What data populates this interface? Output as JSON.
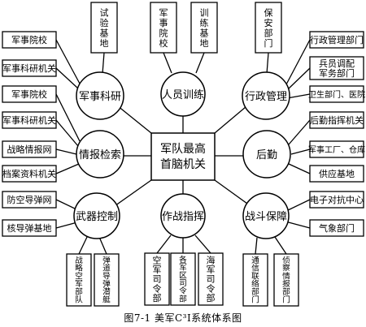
{
  "hub": {
    "lines": [
      "军队最高",
      "首脑机关"
    ]
  },
  "nodes": {
    "military_research": "军事科研",
    "personnel_training": "人员训练",
    "administration": "行政管理",
    "intel_retrieval": "情报检索",
    "logistics": "后勤",
    "weapon_control": "武器控制",
    "operations_command": "作战指挥",
    "combat_support": "战斗保障"
  },
  "boxes": {
    "research_1": "军事院校",
    "research_2": "军事科研机关",
    "intel_1": "军事院校",
    "intel_2": "军事科研机关",
    "intel_3": "战略情报网",
    "intel_4": "档案资料机关",
    "weapon_1": "防空导弹网",
    "weapon_2": "核导弹基地",
    "training_1": "试验基地",
    "training_2": "军事院校",
    "training_3": "训练基地",
    "admin_1": "保安部门",
    "admin_2": "行政管理部门",
    "admin_3": [
      "兵员调配",
      "军务部门"
    ],
    "admin_4": "卫生部门、医院",
    "logistics_1": "后勤指挥机关",
    "logistics_2": "军事工厂、仓库",
    "logistics_3": "供应基地",
    "support_1": "电子对抗中心",
    "support_2": "气象部门",
    "support_3": "通信联络部门",
    "support_4": "侦察情报部门",
    "weapon_3": "战略空军部队",
    "weapon_4": "弹道导弹潜艇",
    "ops_1": "空军司令部",
    "ops_2": "各军区司令部",
    "ops_3": "海军司令部"
  },
  "caption": "图7-1    美军C³I系统体系图"
}
